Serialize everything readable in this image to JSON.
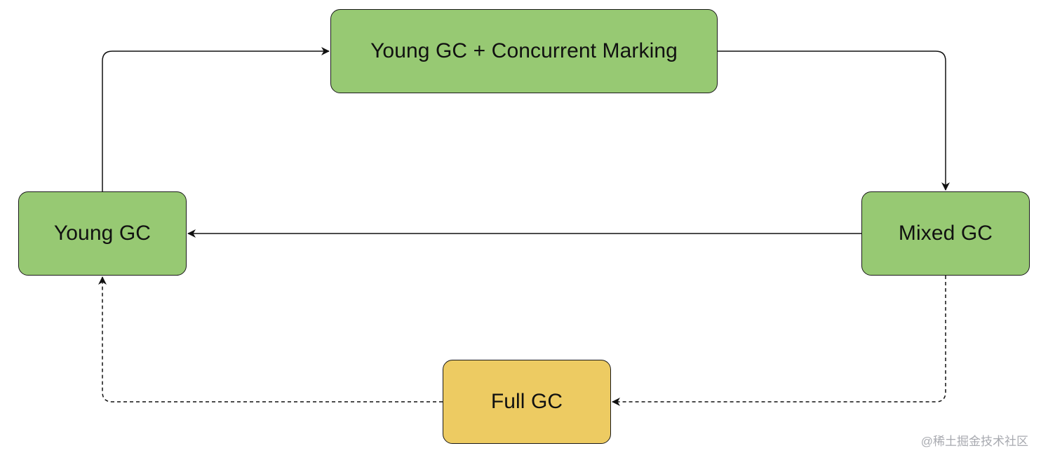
{
  "nodes": {
    "young_gc_concurrent": {
      "label": "Young GC + Concurrent Marking",
      "color": "#97c973"
    },
    "young_gc": {
      "label": "Young GC",
      "color": "#97c973"
    },
    "mixed_gc": {
      "label": "Mixed GC",
      "color": "#97c973"
    },
    "full_gc": {
      "label": "Full GC",
      "color": "#edcb62"
    }
  },
  "edges": [
    {
      "from": "young_gc",
      "to": "young_gc_concurrent",
      "style": "solid"
    },
    {
      "from": "young_gc_concurrent",
      "to": "mixed_gc",
      "style": "solid"
    },
    {
      "from": "mixed_gc",
      "to": "young_gc",
      "style": "solid"
    },
    {
      "from": "mixed_gc",
      "to": "full_gc",
      "style": "dashed"
    },
    {
      "from": "full_gc",
      "to": "young_gc",
      "style": "dashed"
    }
  ],
  "watermark": {
    "text": "@稀土掘金技术社区"
  }
}
